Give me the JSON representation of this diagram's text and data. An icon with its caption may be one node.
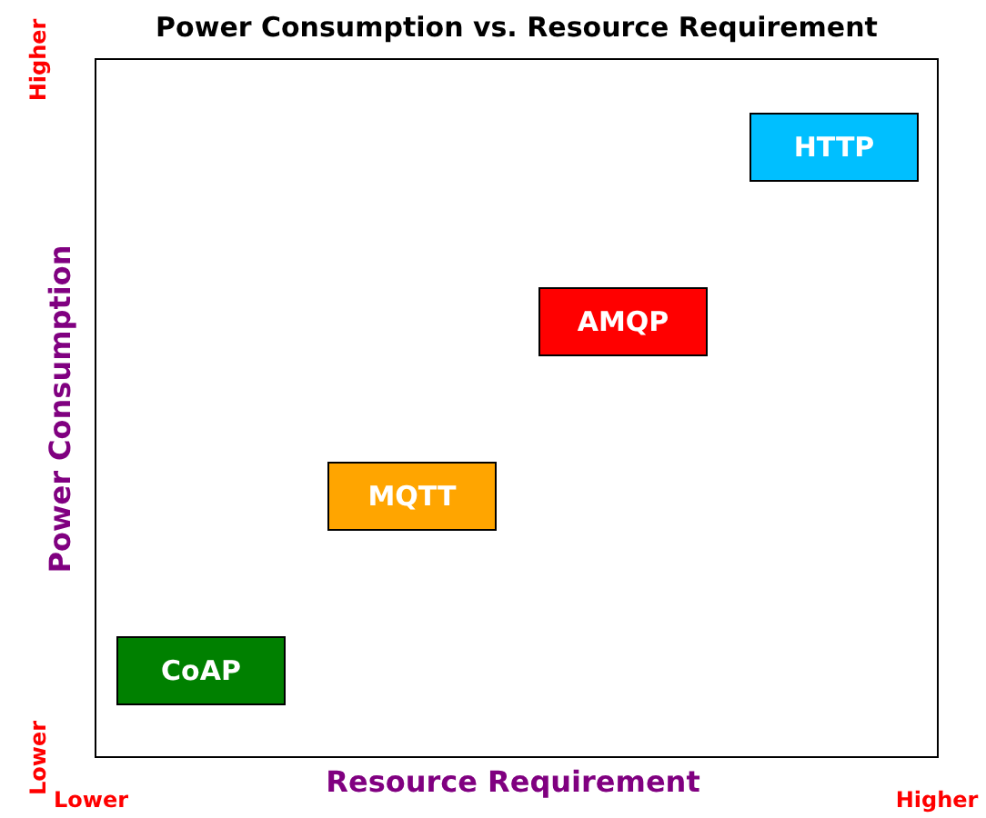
{
  "diagram": {
    "title": "Power Consumption vs. Resource Requirement",
    "nodes": [
      {
        "text": [
          "CoAP"
        ]
      },
      {
        "text": [
          "MQTT"
        ]
      },
      {
        "text": [
          "AMQP"
        ]
      },
      {
        "text": [
          "HTTP"
        ]
      }
    ],
    "labels": [
      "Higher",
      "Power Consumption",
      "Lower",
      "Resource Requirement",
      "Lower",
      "Higher"
    ]
  }
}
